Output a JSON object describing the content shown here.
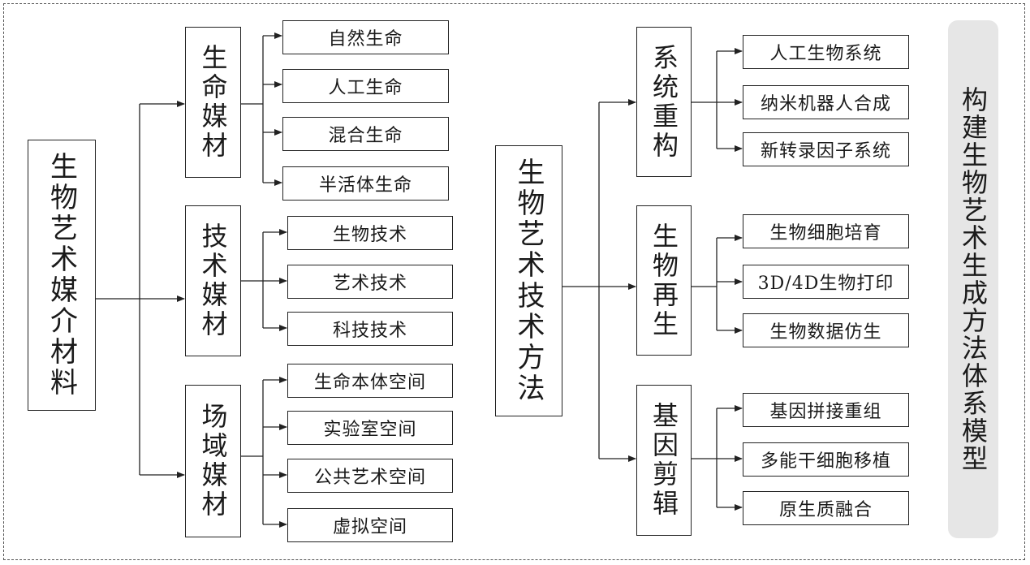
{
  "title": "构建生物艺术生成方法体系模型",
  "left_root": "生物艺术媒介材料",
  "left_groups": [
    {
      "label": "生命媒材",
      "items": [
        "自然生命",
        "人工生命",
        "混合生命",
        "半活体生命"
      ]
    },
    {
      "label": "技术媒材",
      "items": [
        "生物技术",
        "艺术技术",
        "科技技术"
      ]
    },
    {
      "label": "场域媒材",
      "items": [
        "生命本体空间",
        "实验室空间",
        "公共艺术空间",
        "虚拟空间"
      ]
    }
  ],
  "right_root": "生物艺术技术方法",
  "right_groups": [
    {
      "label": "系统重构",
      "items": [
        "人工生物系统",
        "纳米机器人合成",
        "新转录因子系统"
      ]
    },
    {
      "label": "生物再生",
      "items": [
        "生物细胞培育",
        "3D/4D生物打印",
        "生物数据仿生"
      ]
    },
    {
      "label": "基因剪辑",
      "items": [
        "基因拼接重组",
        "多能干细胞移植",
        "原生质融合"
      ]
    }
  ]
}
